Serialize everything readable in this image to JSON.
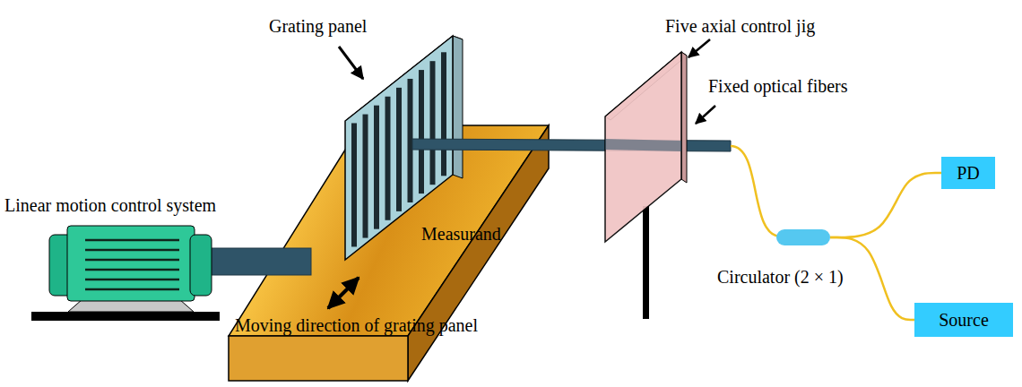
{
  "diagram": {
    "nodes": [
      {
        "text": [
          "Circulator (2 × 1)"
        ]
      },
      {
        "text": [
          "PD"
        ]
      },
      {
        "text": [
          "Source"
        ]
      }
    ],
    "edges": [
      {
        "from": 0,
        "to": 1,
        "arrow": "none"
      },
      {
        "from": 0,
        "to": 2,
        "arrow": "none"
      }
    ],
    "labels": [
      "Grating panel",
      "Five axial control jig",
      "Fixed optical fibers",
      "Linear motion control system",
      "Measurand",
      "Moving direction of grating panel"
    ]
  }
}
